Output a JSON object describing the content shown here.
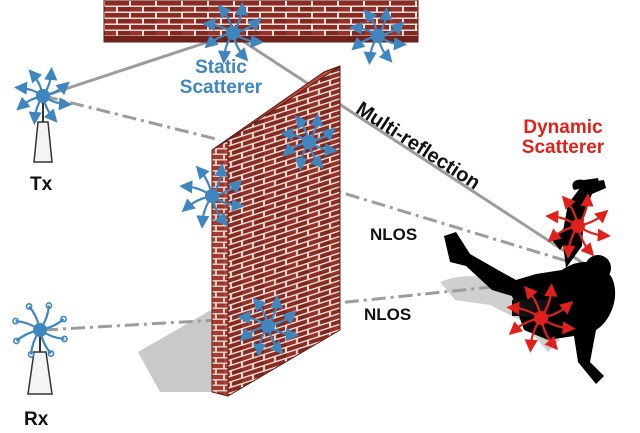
{
  "labels": {
    "static_scatterer": [
      "Static",
      "Scatterer"
    ],
    "dynamic_scatterer": [
      "Dynamic",
      "Scatterer"
    ],
    "multi_reflection": "Multi-reflection",
    "nlos_top": "NLOS",
    "nlos_bottom": "NLOS",
    "tx": "Tx",
    "rx": "Rx"
  },
  "colors": {
    "static": "#3f86bf",
    "dynamic": "#e0201b",
    "brick": "#8b2a22",
    "mortar": "#e9e2dc"
  }
}
